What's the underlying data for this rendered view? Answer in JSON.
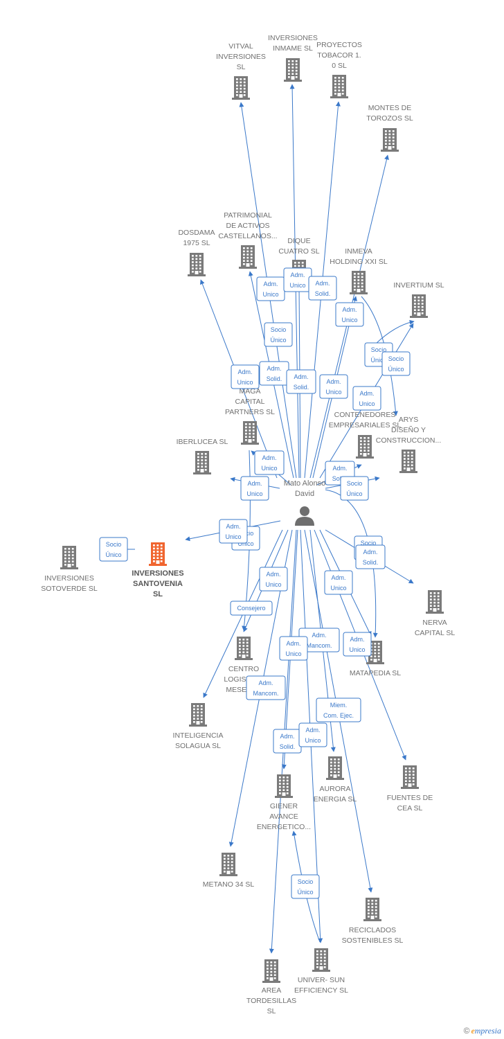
{
  "colors": {
    "edge": "#3a78c9",
    "company": "#7a7a7a",
    "highlight": "#f0652f",
    "person": "#6e6e6e",
    "badge_border": "#3a78c9",
    "badge_fill": "#ffffff"
  },
  "person": {
    "name_line1": "Mato Alonso",
    "name_line2": "David"
  },
  "companies": [
    {
      "id": "vitval",
      "lines": [
        "VITVAL",
        "INVERSIONES",
        "SL"
      ]
    },
    {
      "id": "inmame",
      "lines": [
        "INVERSIONES",
        "INMAME SL"
      ]
    },
    {
      "id": "tobacor",
      "lines": [
        "PROYECTOS",
        "TOBACOR 1.",
        "0 SL"
      ]
    },
    {
      "id": "montes",
      "lines": [
        "MONTES DE",
        "TOROZOS SL"
      ]
    },
    {
      "id": "patrimonial",
      "lines": [
        "PATRIMONIAL",
        "DE ACTIVOS",
        "CASTELLANOS..."
      ]
    },
    {
      "id": "dosdama",
      "lines": [
        "DOSDAMA",
        "1975 SL"
      ]
    },
    {
      "id": "dique",
      "lines": [
        "DIQUE",
        "CUATRO SL"
      ]
    },
    {
      "id": "inmeva",
      "lines": [
        "INMEVA",
        "HOLDING XXI SL"
      ]
    },
    {
      "id": "invertium",
      "lines": [
        "INVERTIUM SL"
      ]
    },
    {
      "id": "maga",
      "lines": [
        "MAGA",
        "CAPITAL",
        "PARTNERS SL"
      ]
    },
    {
      "id": "contenedores",
      "lines": [
        "CONTENEDORES",
        "EMPRESARIALES SL"
      ]
    },
    {
      "id": "arys",
      "lines": [
        "ARYS",
        "DISEÑO Y",
        "CONSTRUCCION..."
      ]
    },
    {
      "id": "iberlucea",
      "lines": [
        "IBERLUCEA SL"
      ]
    },
    {
      "id": "sotoverde",
      "lines": [
        "INVERSIONES",
        "SOTOVERDE SL"
      ]
    },
    {
      "id": "santovenia",
      "lines": [
        "INVERSIONES",
        "SANTOVENIA",
        "SL"
      ]
    },
    {
      "id": "nerva",
      "lines": [
        "NERVA",
        "CAPITAL SL"
      ]
    },
    {
      "id": "centro",
      "lines": [
        "CENTRO",
        "LOGISTICO",
        "MESETA..."
      ]
    },
    {
      "id": "matapedia",
      "lines": [
        "MATAPEDIA SL"
      ]
    },
    {
      "id": "solagua",
      "lines": [
        "INTELIGENCIA",
        "SOLAGUA SL"
      ]
    },
    {
      "id": "aurora",
      "lines": [
        "AURORA",
        "ENERGIA SL"
      ]
    },
    {
      "id": "fuentes",
      "lines": [
        "FUENTES DE",
        "CEA SL"
      ]
    },
    {
      "id": "giener",
      "lines": [
        "GIENER",
        "AVANCE",
        "ENERGETICO..."
      ]
    },
    {
      "id": "metano",
      "lines": [
        "METANO 34 SL"
      ]
    },
    {
      "id": "reciclados",
      "lines": [
        "RECICLADOS",
        "SOSTENIBLES SL"
      ]
    },
    {
      "id": "area",
      "lines": [
        "AREA",
        "TORDESILLAS",
        "SL"
      ]
    },
    {
      "id": "universun",
      "lines": [
        "UNIVER- SUN",
        "EFFICIENCY SL"
      ]
    }
  ],
  "badges": [
    {
      "id": "b01",
      "lines": [
        "Adm.",
        "Unico"
      ]
    },
    {
      "id": "b02",
      "lines": [
        "Adm.",
        "Unico"
      ]
    },
    {
      "id": "b03",
      "lines": [
        "Adm.",
        "Solid."
      ]
    },
    {
      "id": "b04",
      "lines": [
        "Adm.",
        "Unico"
      ]
    },
    {
      "id": "b05",
      "lines": [
        "Socio",
        "Único"
      ]
    },
    {
      "id": "b06",
      "lines": [
        "Socio",
        "Único"
      ]
    },
    {
      "id": "b07",
      "lines": [
        "Socio",
        "Único"
      ]
    },
    {
      "id": "b08",
      "lines": [
        "Adm.",
        "Unico"
      ]
    },
    {
      "id": "b09",
      "lines": [
        "Adm.",
        "Solid."
      ]
    },
    {
      "id": "b10",
      "lines": [
        "Adm.",
        "Solid."
      ]
    },
    {
      "id": "b11",
      "lines": [
        "Adm.",
        "Unico"
      ]
    },
    {
      "id": "b12",
      "lines": [
        "Adm.",
        "Unico"
      ]
    },
    {
      "id": "b13",
      "lines": [
        "Adm.",
        "Unico"
      ]
    },
    {
      "id": "b14",
      "lines": [
        "Adm.",
        "Unico"
      ]
    },
    {
      "id": "b15",
      "lines": [
        "Adm.",
        "Solid."
      ]
    },
    {
      "id": "b16",
      "lines": [
        "Socio",
        "Único"
      ]
    },
    {
      "id": "b17",
      "lines": [
        "Socio",
        "Único"
      ]
    },
    {
      "id": "b18",
      "lines": [
        "Socio",
        "Único"
      ]
    },
    {
      "id": "b19",
      "lines": [
        "Adm.",
        "Unico"
      ]
    },
    {
      "id": "b20",
      "lines": [
        "Socio",
        "Único"
      ]
    },
    {
      "id": "b21",
      "lines": [
        "Adm.",
        "Solid."
      ]
    },
    {
      "id": "b22",
      "lines": [
        "Adm.",
        "Unico"
      ]
    },
    {
      "id": "b23",
      "lines": [
        "Adm.",
        "Unico"
      ]
    },
    {
      "id": "b24",
      "lines": [
        "Consejero"
      ]
    },
    {
      "id": "b25",
      "lines": [
        "Adm.",
        "Mancom."
      ]
    },
    {
      "id": "b26",
      "lines": [
        "Adm.",
        "Unico"
      ]
    },
    {
      "id": "b27",
      "lines": [
        "Adm.",
        "Unico"
      ]
    },
    {
      "id": "b28",
      "lines": [
        "Adm.",
        "Mancom."
      ]
    },
    {
      "id": "b29",
      "lines": [
        "Miem.",
        "Com. Ejec."
      ]
    },
    {
      "id": "b30",
      "lines": [
        "Adm.",
        "Solid."
      ]
    },
    {
      "id": "b31",
      "lines": [
        "Adm.",
        "Unico"
      ]
    },
    {
      "id": "b32",
      "lines": [
        "Socio",
        "Único"
      ]
    }
  ],
  "footer": {
    "copyright": "©",
    "brand_first": "e",
    "brand_rest": "mpresia"
  }
}
